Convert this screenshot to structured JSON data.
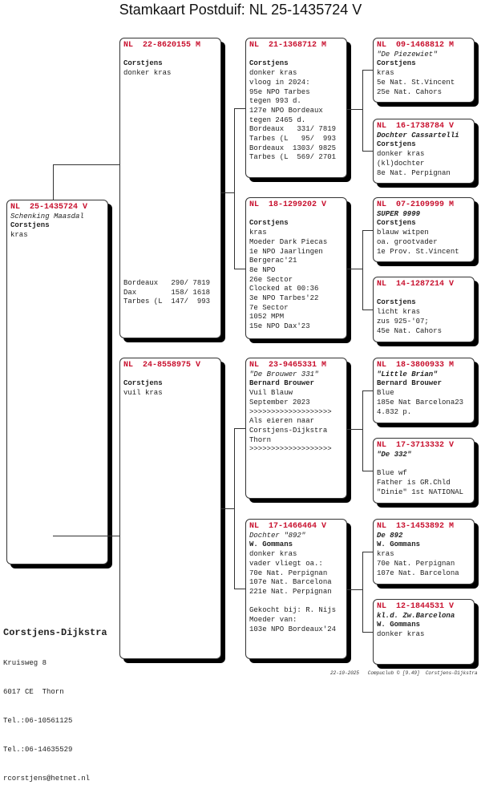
{
  "title": "Stamkaart Postduif: NL  25-1435724 V",
  "cards": [
    {
      "id": "subject",
      "lines": [
        {
          "t": "NL  25-1435724 V",
          "s": "hdr"
        },
        {
          "t": "Schenking Maasdal",
          "s": "i"
        },
        {
          "t": "Corstjens",
          "s": "b"
        },
        {
          "t": "kras",
          "s": ""
        }
      ]
    },
    {
      "id": "sire",
      "lines": [
        {
          "t": "NL  22-8620155 M",
          "s": "hdr"
        },
        {
          "t": "",
          "s": ""
        },
        {
          "t": "Corstjens",
          "s": "b"
        },
        {
          "t": "donker kras",
          "s": ""
        }
      ],
      "results": [
        "Bordeaux   290/ 7819",
        "Dax        158/ 1618",
        "Tarbes (L  147/  993"
      ]
    },
    {
      "id": "dam",
      "lines": [
        {
          "t": "NL  24-8558975 V",
          "s": "hdr"
        },
        {
          "t": "",
          "s": ""
        },
        {
          "t": "Corstjens",
          "s": "b"
        },
        {
          "t": "vuil kras",
          "s": ""
        }
      ]
    },
    {
      "id": "ss",
      "lines": [
        {
          "t": "NL  21-1368712 M",
          "s": "hdr"
        },
        {
          "t": "",
          "s": ""
        },
        {
          "t": "Corstjens",
          "s": "b"
        },
        {
          "t": "donker kras",
          "s": ""
        },
        {
          "t": "vloog in 2024:",
          "s": ""
        },
        {
          "t": "95e NPO Tarbes",
          "s": ""
        },
        {
          "t": "tegen 993 d.",
          "s": ""
        },
        {
          "t": "127e NPO Bordeaux",
          "s": ""
        },
        {
          "t": "tegen 2465 d.",
          "s": ""
        },
        {
          "t": "Bordeaux   331/ 7819",
          "s": ""
        },
        {
          "t": "Tarbes (L   95/  993",
          "s": ""
        },
        {
          "t": "Bordeaux  1303/ 9825",
          "s": ""
        },
        {
          "t": "Tarbes (L  569/ 2701",
          "s": ""
        }
      ]
    },
    {
      "id": "sd",
      "lines": [
        {
          "t": "NL  18-1299202 V",
          "s": "hdr"
        },
        {
          "t": "",
          "s": ""
        },
        {
          "t": "Corstjens",
          "s": "b"
        },
        {
          "t": "kras",
          "s": ""
        },
        {
          "t": "Moeder Dark Piecas",
          "s": ""
        },
        {
          "t": "1e NPO Jaarlingen",
          "s": ""
        },
        {
          "t": "Bergerac'21",
          "s": ""
        },
        {
          "t": "8e NPO",
          "s": ""
        },
        {
          "t": "26e Sector",
          "s": ""
        },
        {
          "t": "Clocked at 00:36",
          "s": ""
        },
        {
          "t": "3e NPO Tarbes'22",
          "s": ""
        },
        {
          "t": "7e Sector",
          "s": ""
        },
        {
          "t": "1052 MPM",
          "s": ""
        },
        {
          "t": "15e NPO Dax'23",
          "s": ""
        }
      ]
    },
    {
      "id": "ds",
      "lines": [
        {
          "t": "NL  23-9465331 M",
          "s": "hdr"
        },
        {
          "t": "\"De Brouwer 331\"",
          "s": "i"
        },
        {
          "t": "Bernard Brouwer",
          "s": "b"
        },
        {
          "t": "Vuil Blauw",
          "s": ""
        },
        {
          "t": "September 2023",
          "s": ""
        },
        {
          "t": ">>>>>>>>>>>>>>>>>>>",
          "s": ""
        },
        {
          "t": "Als eieren naar",
          "s": ""
        },
        {
          "t": "Corstjens-Dijkstra",
          "s": ""
        },
        {
          "t": "Thorn",
          "s": ""
        },
        {
          "t": ">>>>>>>>>>>>>>>>>>>",
          "s": ""
        }
      ]
    },
    {
      "id": "dd",
      "lines": [
        {
          "t": "NL  17-1466464 V",
          "s": "hdr"
        },
        {
          "t": "Dochter \"892\"",
          "s": "i"
        },
        {
          "t": "W. Gommans",
          "s": "b"
        },
        {
          "t": "donker kras",
          "s": ""
        },
        {
          "t": "vader vliegt oa.:",
          "s": ""
        },
        {
          "t": "70e Nat. Perpignan",
          "s": ""
        },
        {
          "t": "107e Nat. Barcelona",
          "s": ""
        },
        {
          "t": "221e Nat. Perpignan",
          "s": ""
        },
        {
          "t": "",
          "s": ""
        },
        {
          "t": "Gekocht bij: R. Nijs",
          "s": ""
        },
        {
          "t": "Moeder van:",
          "s": ""
        },
        {
          "t": "103e NPO Bordeaux'24",
          "s": ""
        }
      ]
    },
    {
      "id": "sss",
      "lines": [
        {
          "t": "NL  09-1468812 M",
          "s": "hdr"
        },
        {
          "t": "\"De Piezewiet\"",
          "s": "i"
        },
        {
          "t": "Corstjens",
          "s": "b"
        },
        {
          "t": "kras",
          "s": ""
        },
        {
          "t": "5e Nat. St.Vincent",
          "s": ""
        },
        {
          "t": "25e Nat. Cahors",
          "s": ""
        }
      ]
    },
    {
      "id": "ssd",
      "lines": [
        {
          "t": "NL  16-1738784 V",
          "s": "hdr"
        },
        {
          "t": "Dochter Cassartelli",
          "s": "bi"
        },
        {
          "t": "Corstjens",
          "s": "b"
        },
        {
          "t": "donker kras",
          "s": ""
        },
        {
          "t": "(kl)dochter",
          "s": ""
        },
        {
          "t": "8e Nat. Perpignan",
          "s": ""
        }
      ]
    },
    {
      "id": "sds",
      "lines": [
        {
          "t": "NL  07-2109999 M",
          "s": "hdr"
        },
        {
          "t": "SUPER 9999",
          "s": "bi"
        },
        {
          "t": "Corstjens",
          "s": "b"
        },
        {
          "t": "blauw witpen",
          "s": ""
        },
        {
          "t": "oa. grootvader",
          "s": ""
        },
        {
          "t": "1e Prov. St.Vincent",
          "s": ""
        }
      ]
    },
    {
      "id": "sdd",
      "lines": [
        {
          "t": "NL  14-1287214 V",
          "s": "hdr"
        },
        {
          "t": "",
          "s": ""
        },
        {
          "t": "Corstjens",
          "s": "b"
        },
        {
          "t": "licht kras",
          "s": ""
        },
        {
          "t": "zus 925-'07;",
          "s": ""
        },
        {
          "t": "45e Nat. Cahors",
          "s": ""
        }
      ]
    },
    {
      "id": "dss",
      "lines": [
        {
          "t": "NL  18-3800933 M",
          "s": "hdr"
        },
        {
          "t": "\"Little Brian\"",
          "s": "bi"
        },
        {
          "t": "Bernard Brouwer",
          "s": "b"
        },
        {
          "t": "Blue",
          "s": ""
        },
        {
          "t": "185e Nat Barcelona23",
          "s": ""
        },
        {
          "t": "4.832 p.",
          "s": ""
        }
      ]
    },
    {
      "id": "dsd",
      "lines": [
        {
          "t": "NL  17-3713332 V",
          "s": "hdr"
        },
        {
          "t": "\"De 332\"",
          "s": "bi"
        },
        {
          "t": "",
          "s": ""
        },
        {
          "t": "Blue wf",
          "s": ""
        },
        {
          "t": "Father is GR.Chld",
          "s": ""
        },
        {
          "t": "\"Dinie\" 1st NATIONAL",
          "s": ""
        }
      ]
    },
    {
      "id": "dds",
      "lines": [
        {
          "t": "NL  13-1453892 M",
          "s": "hdr"
        },
        {
          "t": "De 892",
          "s": "bi"
        },
        {
          "t": "W. Gommans",
          "s": "b"
        },
        {
          "t": "kras",
          "s": ""
        },
        {
          "t": "70e Nat. Perpignan",
          "s": ""
        },
        {
          "t": "107e Nat. Barcelona",
          "s": ""
        }
      ]
    },
    {
      "id": "ddd",
      "lines": [
        {
          "t": "NL  12-1844531 V",
          "s": "hdr"
        },
        {
          "t": "kl.d. Zw.Barcelona",
          "s": "bi"
        },
        {
          "t": "W. Gommans",
          "s": "b"
        },
        {
          "t": "donker kras",
          "s": ""
        }
      ]
    }
  ],
  "breeder": {
    "name": "Corstjens-Dijkstra",
    "lines": [
      "Kruisweg 8",
      "6017 CE  Thorn",
      "Tel.:06-10561125",
      "Tel.:06-14635529",
      "rcorstjens@hetnet.nl"
    ]
  },
  "footer": "22-10-2025   Compuclub © [9.49]  Corstjens-Dijkstra"
}
